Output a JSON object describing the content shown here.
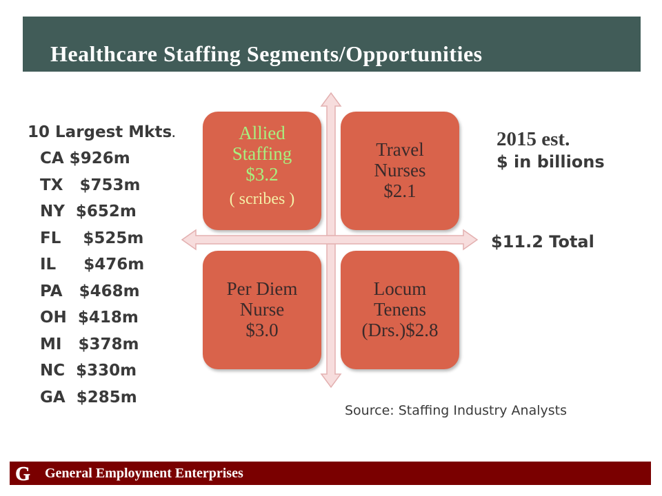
{
  "title": "Healthcare Staffing Segments/Opportunities",
  "markets": {
    "heading": "10 Largest Mkts",
    "heading_dot": ".",
    "rows": [
      "CA $926m",
      "TX   $753m",
      "NY  $652m",
      "FL    $525m",
      "IL     $476m",
      "PA   $468m",
      "OH  $418m",
      "MI   $378m",
      "NC  $330m",
      "GA  $285m"
    ]
  },
  "quadrants": {
    "top_left": {
      "lines": [
        "Allied",
        "Staffing",
        "$3.2"
      ],
      "note": "( scribes )"
    },
    "top_right": {
      "lines": [
        "Travel",
        "Nurses",
        "$2.1"
      ]
    },
    "bottom_left": {
      "lines": [
        "Per Diem",
        "Nurse",
        "$3.0"
      ]
    },
    "bottom_right": {
      "lines": [
        "Locum",
        "Tenens",
        "(Drs.)$2.8"
      ]
    }
  },
  "estimate": {
    "year": "2015 est.",
    "units": "$ in billions"
  },
  "total": "$11.2 Total",
  "source": "Source: Staffing  Industry Analysts",
  "footer": {
    "company": "General Employment  Enterprises",
    "logo_letter": "G"
  },
  "colors": {
    "title_bar": "#415c58",
    "quadrant": "#d9634b",
    "footer_bar": "#7a0000",
    "allied_text": "#a8f080",
    "scribes_text": "#f4f0a8"
  }
}
